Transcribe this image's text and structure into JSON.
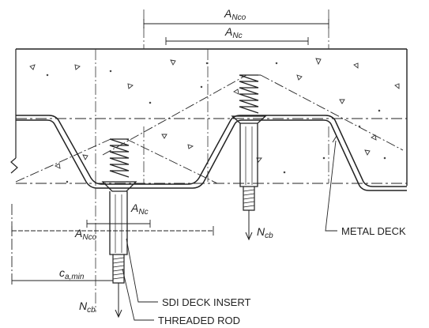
{
  "labels": {
    "anco_top": {
      "base": "A",
      "sub": "Nco"
    },
    "anc_top": {
      "base": "A",
      "sub": "Nc"
    },
    "anc_bottom": {
      "base": "A",
      "sub": "Nc"
    },
    "anco_bottom": {
      "base": "A",
      "sub": "Nco"
    },
    "ncb_right": {
      "base": "N",
      "sub": "cb"
    },
    "ncb_left": {
      "base": "N",
      "sub": "cb"
    },
    "camin": {
      "base": "c",
      "sub": "a,min"
    },
    "metal_deck": "METAL DECK",
    "sdi_deck_insert": "SDI DECK INSERT",
    "threaded_rod": "THREADED ROD"
  }
}
